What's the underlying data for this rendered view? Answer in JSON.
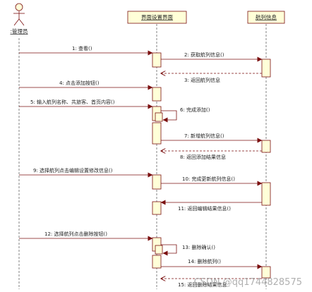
{
  "colors": {
    "message_line": "#7b1010",
    "return_line": "#7b1010",
    "lifeline": "#333333",
    "activation_fill": "#ffffd8",
    "activation_stroke": "#7b1010",
    "participant_fill": "#ffffd8",
    "participant_stroke": "#7b1010",
    "actor_fill": "#ffffd8",
    "actor_stroke": "#7b1010"
  },
  "participants": [
    {
      "id": "admin",
      "kind": "actor",
      "label": ":管理员"
    },
    {
      "id": "page",
      "kind": "box",
      "label": "界面设置界面"
    },
    {
      "id": "info",
      "kind": "box",
      "label": "航列信息"
    }
  ],
  "messages": [
    {
      "n": "1",
      "label": "1: 查看()",
      "from": "admin",
      "to": "page",
      "style": "call"
    },
    {
      "n": "2",
      "label": "2: 获取航列信息()",
      "from": "page",
      "to": "info",
      "style": "call"
    },
    {
      "n": "3",
      "label": "3: 返回航列信息",
      "from": "info",
      "to": "page",
      "style": "return"
    },
    {
      "n": "4",
      "label": "4: 点击添加按钮()",
      "from": "admin",
      "to": "page",
      "style": "call"
    },
    {
      "n": "5",
      "label": "5: 输入航列名称、共旅客、首页内容()",
      "from": "admin",
      "to": "page",
      "style": "call"
    },
    {
      "n": "6",
      "label": "6: 完成添加()",
      "from": "page",
      "to": "page",
      "style": "self"
    },
    {
      "n": "7",
      "label": "7: 新增航列信息()",
      "from": "page",
      "to": "info",
      "style": "call"
    },
    {
      "n": "8",
      "label": "8: 返回添加结果信息",
      "from": "info",
      "to": "page",
      "style": "return"
    },
    {
      "n": "9",
      "label": "9: 选择航列点击编辑设置修改信息()",
      "from": "admin",
      "to": "page",
      "style": "call"
    },
    {
      "n": "10",
      "label": "10: 完成更新航列信息()",
      "from": "page",
      "to": "info",
      "style": "call"
    },
    {
      "n": "11",
      "label": "11: 返回编辑结果信息()",
      "from": "info",
      "to": "page",
      "style": "return"
    },
    {
      "n": "12",
      "label": "12: 选择航列点击删除按钮()",
      "from": "admin",
      "to": "page",
      "style": "call"
    },
    {
      "n": "13",
      "label": "13: 删除确认()",
      "from": "page",
      "to": "page",
      "style": "self"
    },
    {
      "n": "14",
      "label": "14: 删除航列()",
      "from": "page",
      "to": "info",
      "style": "call"
    },
    {
      "n": "15",
      "label": "15: 返回删除结果信息",
      "from": "info",
      "to": "page",
      "style": "return"
    }
  ],
  "watermark": "CSDN @qq1744828575"
}
